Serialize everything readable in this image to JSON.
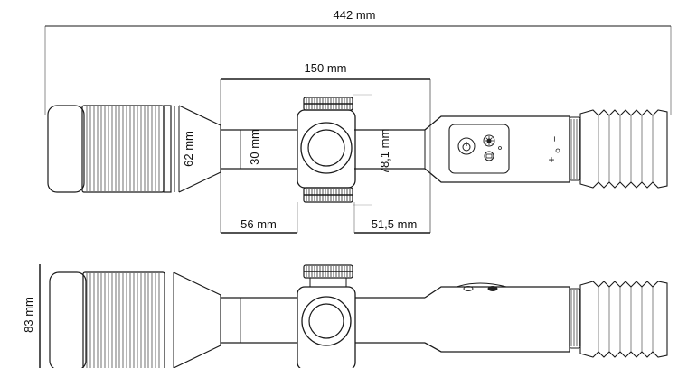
{
  "dimensions": {
    "overall_length": "442 mm",
    "center_span": "150 mm",
    "objective_diameter": "62 mm",
    "tube_diameter": "30 mm",
    "turret_height": "78,1 mm",
    "front_tube_length": "56 mm",
    "rear_tube_length": "51,5 mm",
    "side_height": "83 mm"
  },
  "control_panel": {
    "plus_label": "+",
    "minus_label": "−",
    "icons": [
      "power-icon",
      "brightness-icon",
      "record-icon"
    ]
  },
  "colors": {
    "line": "#1a1a1a",
    "background": "#ffffff"
  }
}
